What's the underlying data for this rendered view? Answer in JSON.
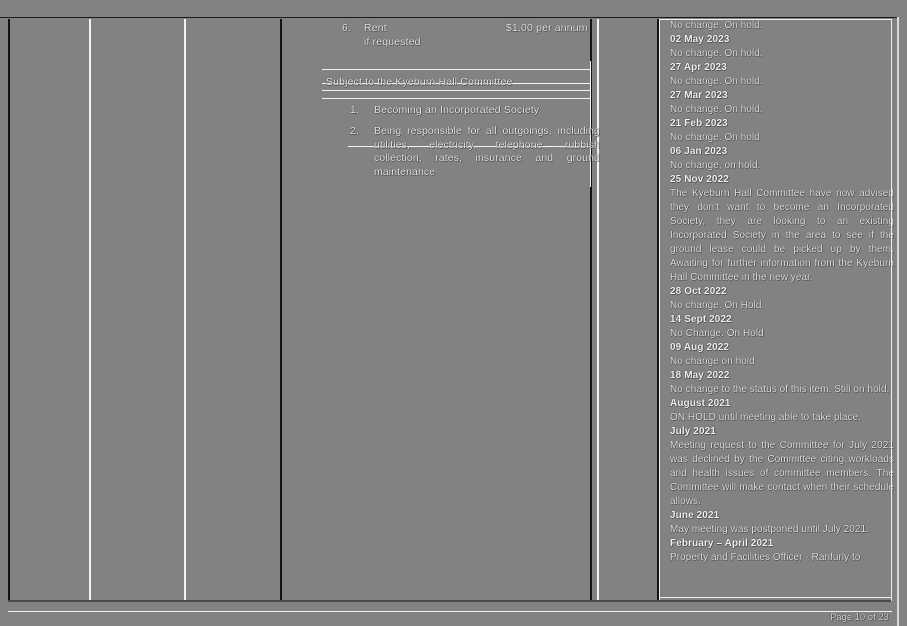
{
  "document": {
    "background_color": "#828282",
    "text_color": "#e9e9e9",
    "footer": {
      "page_label": "Page 10 of 23"
    }
  },
  "table": {
    "columns": [
      {
        "name": "column-1",
        "content": ""
      },
      {
        "name": "column-2",
        "content": ""
      },
      {
        "name": "column-3",
        "content": ""
      },
      {
        "name": "column-4-clause",
        "content": "lease-conditions"
      },
      {
        "name": "column-5",
        "content": ""
      },
      {
        "name": "column-6-status",
        "content": "status-updates"
      }
    ]
  },
  "clause": {
    "rent": {
      "number": "6.",
      "label": "Rent",
      "amount": "$1.00 per annum",
      "condition": "if requested"
    },
    "subject_heading": "Subject to the Kyeburn Hall Committee",
    "items": [
      {
        "number": "1.",
        "text": "Becoming an Incorporated Society"
      },
      {
        "number": "2.",
        "text": "Being responsible for all outgoings, including utilities, electricity, telephone, rubbish collection, rates, insurance and ground maintenance"
      }
    ]
  },
  "status_updates": [
    {
      "date": "",
      "text": "No change. On hold."
    },
    {
      "date": "02 May 2023",
      "text": "No change. On hold."
    },
    {
      "date": "27 Apr 2023",
      "text": "No change. On hold."
    },
    {
      "date": "27 Mar 2023",
      "text": "No change.  On hold."
    },
    {
      "date": "21 Feb 2023",
      "text": "No change.  On hold"
    },
    {
      "date": "06 Jan 2023",
      "text": "No change, on hold."
    },
    {
      "date": "25 Nov 2022",
      "text": "The Kyeburn Hall Committee have now advised they don't want to become an Incorporated Society, they are looking to an existing Incorporated Society in the area to see if the ground lease could be picked up by them.  Awaiting for further information from the Kyeburn Hall Committee in the new year."
    },
    {
      "date": "28 Oct 2022",
      "text": "No change.   On Hold."
    },
    {
      "date": "14 Sept 2022",
      "text": "No Change.  On Hold"
    },
    {
      "date": "09 Aug 2022",
      "text": "No change on hold"
    },
    {
      "date": "18 May 2022",
      "text": "No change to the status of this item. Still on hold."
    },
    {
      "date": "August 2021",
      "text": "ON HOLD until meeting able to take place."
    },
    {
      "date": "July 2021",
      "text": "Meeting request to the Committee for July 2021 was declined by the Committee citing workloads and health issues of committee members.  The Committee will make contact when their schedule allows."
    },
    {
      "date": "June 2021",
      "text": "May meeting was postponed until July 2021."
    },
    {
      "date": "February – April 2021",
      "text": "Property and Facilities Officer - Ranfurly to"
    }
  ]
}
